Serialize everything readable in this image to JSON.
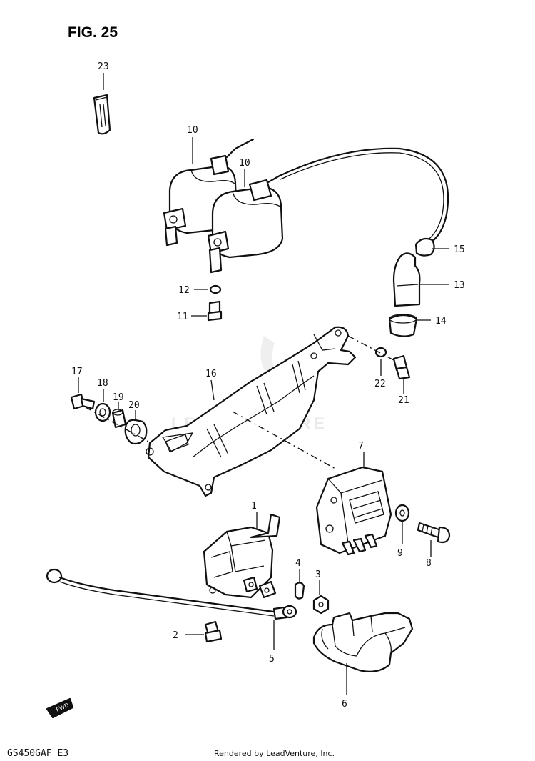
{
  "figure": {
    "title": "FIG. 25",
    "model_code": "GS450GAF  E3",
    "render_credit": "Rendered by LeadVenture, Inc.",
    "front_arrow_label": "FWD",
    "watermark": "LEADVENTURE"
  },
  "callouts": {
    "c1": "1",
    "c2": "2",
    "c3": "3",
    "c4": "4",
    "c5": "5",
    "c6": "6",
    "c7": "7",
    "c8": "8",
    "c9": "9",
    "c10a": "10",
    "c10b": "10",
    "c11": "11",
    "c12": "12",
    "c13": "13",
    "c14": "14",
    "c15": "15",
    "c16": "16",
    "c17": "17",
    "c18": "18",
    "c19": "19",
    "c20": "20",
    "c21": "21",
    "c22": "22",
    "c23": "23"
  }
}
